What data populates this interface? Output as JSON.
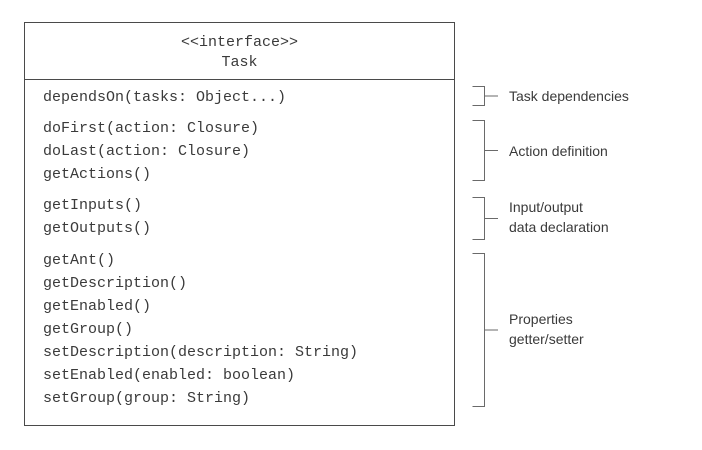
{
  "class_box": {
    "stereotype": "<<interface>>",
    "name": "Task",
    "groups": [
      {
        "methods": [
          "dependsOn(tasks: Object...)"
        ]
      },
      {
        "methods": [
          "doFirst(action: Closure)",
          "doLast(action: Closure)",
          "getActions()"
        ]
      },
      {
        "methods": [
          "getInputs()",
          "getOutputs()"
        ]
      },
      {
        "methods": [
          "getAnt()",
          "getDescription()",
          "getEnabled()",
          "getGroup()",
          "setDescription(description: String)",
          "setEnabled(enabled: boolean)",
          "setGroup(group: String)"
        ]
      }
    ]
  },
  "annotations": [
    {
      "lines": [
        "Task dependencies"
      ]
    },
    {
      "lines": [
        "Action definition"
      ]
    },
    {
      "lines": [
        "Input/output",
        "data declaration"
      ]
    },
    {
      "lines": [
        "Properties",
        "getter/setter"
      ]
    }
  ],
  "colors": {
    "line": "#4a4a4a",
    "text": "#3a3a3a"
  }
}
